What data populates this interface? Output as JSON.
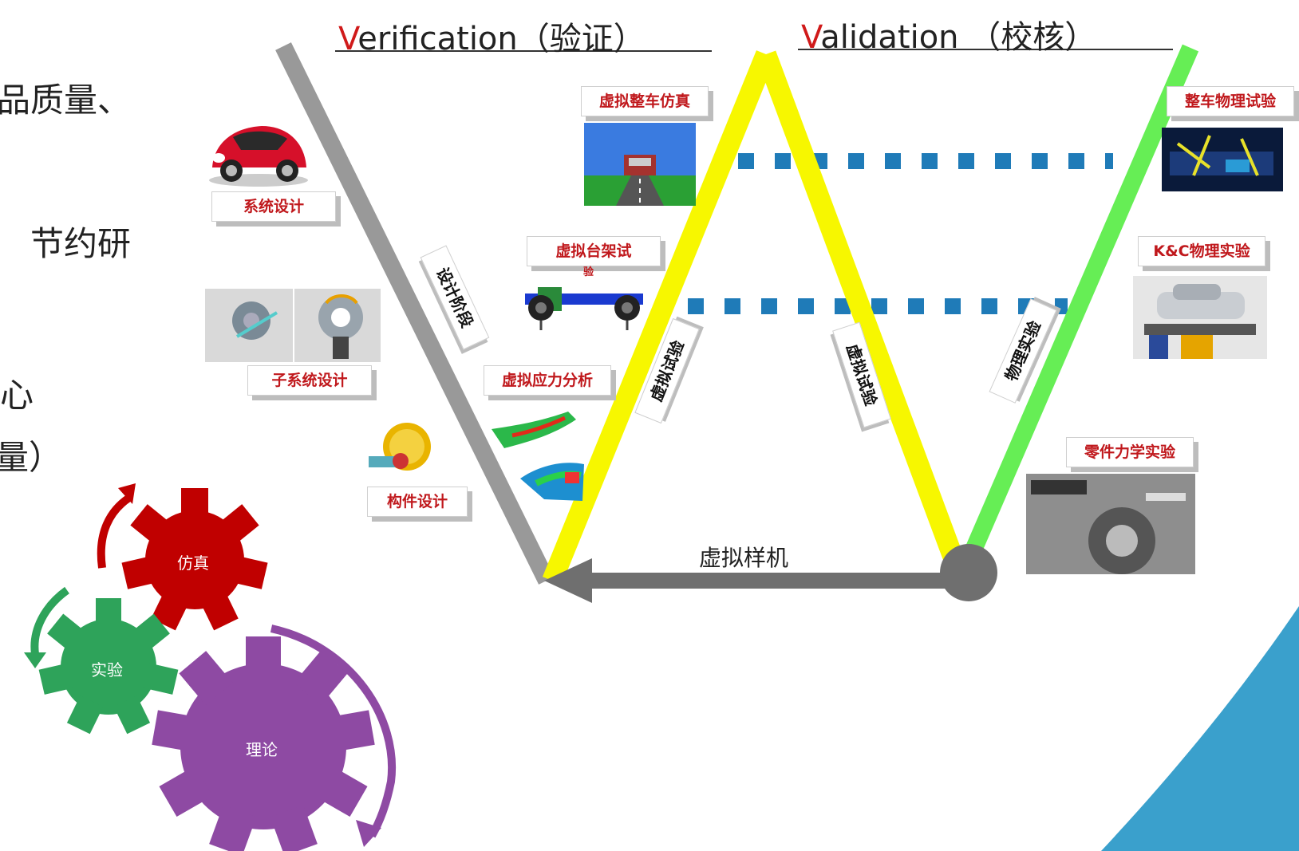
{
  "left_fragments": [
    "品质量、",
    "节约研",
    "心",
    "量）"
  ],
  "headers": {
    "verification_initial": "V",
    "verification_rest": "erification（验证）",
    "validation_initial": "V",
    "validation_rest": "alidation （校核）"
  },
  "left_boxes": {
    "system": "系统设计",
    "subsystem": "子系统设计",
    "component": "构件设计"
  },
  "middle_boxes": {
    "vehicle_sim": "虚拟整车仿真",
    "rig_test": "虚拟台架试",
    "rig_test_tail": "验",
    "stress": "虚拟应力分析"
  },
  "right_boxes": {
    "vehicle_physical": "整车物理试验",
    "kc_physical": "K&C物理实验",
    "part_mechanics": "零件力学实验"
  },
  "rotated_labels": {
    "design_stage": "设计阶段",
    "virtual_test_left": "虚拟试验",
    "virtual_test_right": "虚拟试验",
    "physical_test": "物理实验"
  },
  "bottom_arrow_label": "虚拟样机",
  "gears": {
    "simulation": "仿真",
    "experiment": "实验",
    "theory": "理论"
  },
  "colors": {
    "grey_line": "#999999",
    "yellow_line": "#f7f700",
    "green_line": "#66ee55",
    "dot_blue": "#1f7bb8",
    "gear_red": "#c00000",
    "gear_green": "#2ea35a",
    "gear_purple": "#8e4aa3",
    "corner_blue": "#3aa0cc"
  }
}
